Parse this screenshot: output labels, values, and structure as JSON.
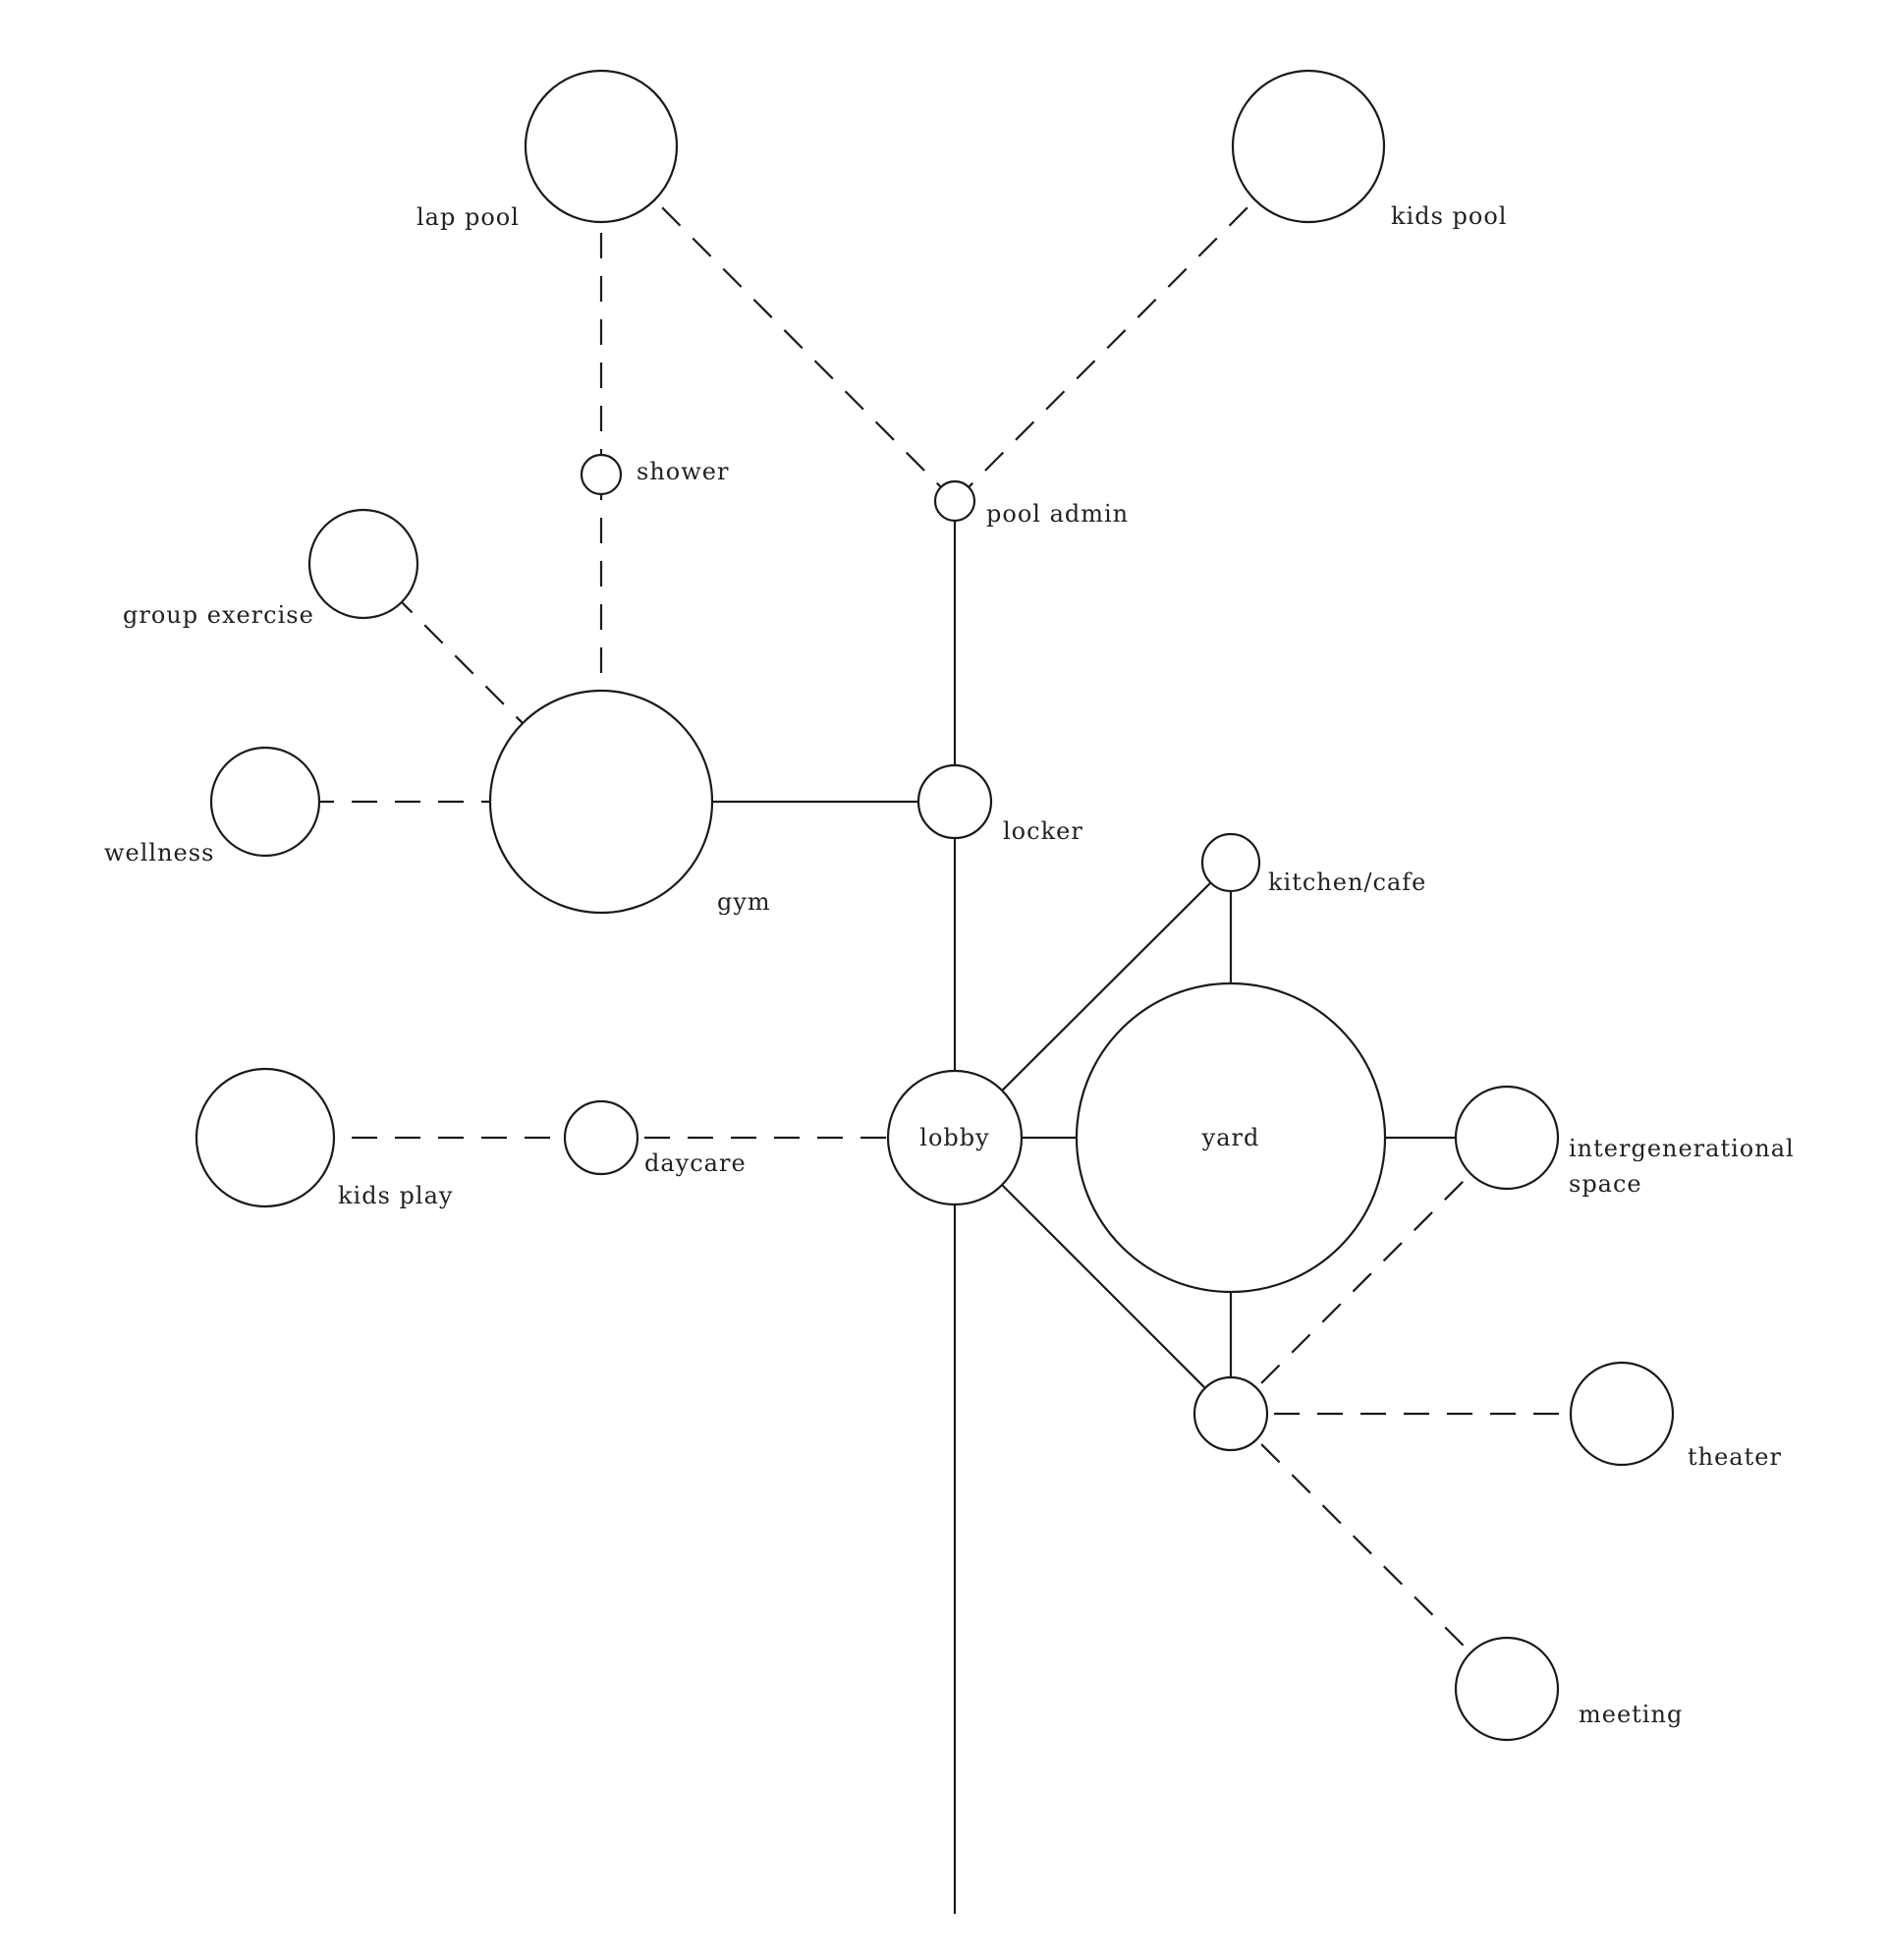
{
  "nodes": [
    {
      "id": "lap-pool",
      "label": "lap pool"
    },
    {
      "id": "kids-pool",
      "label": "kids pool"
    },
    {
      "id": "shower",
      "label": "shower"
    },
    {
      "id": "pool-admin",
      "label": "pool admin"
    },
    {
      "id": "group-exercise",
      "label": "group exercise"
    },
    {
      "id": "wellness",
      "label": "wellness"
    },
    {
      "id": "gym",
      "label": "gym"
    },
    {
      "id": "locker",
      "label": "locker"
    },
    {
      "id": "kitchen-cafe",
      "label": "kitchen/cafe"
    },
    {
      "id": "kids-play",
      "label": "kids play"
    },
    {
      "id": "daycare",
      "label": "daycare"
    },
    {
      "id": "lobby",
      "label": "lobby"
    },
    {
      "id": "yard",
      "label": "yard"
    },
    {
      "id": "intergenerational-space",
      "label": [
        "intergenerational",
        "space"
      ]
    },
    {
      "id": "hub",
      "label": ""
    },
    {
      "id": "theater",
      "label": "theater"
    },
    {
      "id": "meeting",
      "label": "meeting"
    }
  ],
  "edges": [
    {
      "from": "lap-pool",
      "to": "shower",
      "style": "dashed"
    },
    {
      "from": "shower",
      "to": "gym",
      "style": "dashed"
    },
    {
      "from": "lap-pool",
      "to": "pool-admin",
      "style": "dashed"
    },
    {
      "from": "kids-pool",
      "to": "pool-admin",
      "style": "dashed"
    },
    {
      "from": "pool-admin",
      "to": "locker",
      "style": "solid"
    },
    {
      "from": "group-exercise",
      "to": "gym",
      "style": "dashed"
    },
    {
      "from": "wellness",
      "to": "gym",
      "style": "dashed"
    },
    {
      "from": "gym",
      "to": "locker",
      "style": "solid"
    },
    {
      "from": "locker",
      "to": "lobby",
      "style": "solid"
    },
    {
      "from": "kids-play",
      "to": "daycare",
      "style": "dashed"
    },
    {
      "from": "daycare",
      "to": "lobby",
      "style": "dashed"
    },
    {
      "from": "lobby",
      "to": "kitchen-cafe",
      "style": "solid"
    },
    {
      "from": "lobby",
      "to": "yard",
      "style": "solid"
    },
    {
      "from": "lobby",
      "to": "hub",
      "style": "solid"
    },
    {
      "from": "kitchen-cafe",
      "to": "yard",
      "style": "solid"
    },
    {
      "from": "yard",
      "to": "intergenerational-space",
      "style": "solid"
    },
    {
      "from": "yard",
      "to": "hub",
      "style": "solid"
    },
    {
      "from": "hub",
      "to": "intergenerational-space",
      "style": "dashed"
    },
    {
      "from": "hub",
      "to": "theater",
      "style": "dashed"
    },
    {
      "from": "hub",
      "to": "meeting",
      "style": "dashed"
    },
    {
      "from": "lobby",
      "to": "spine-end",
      "style": "solid"
    }
  ]
}
